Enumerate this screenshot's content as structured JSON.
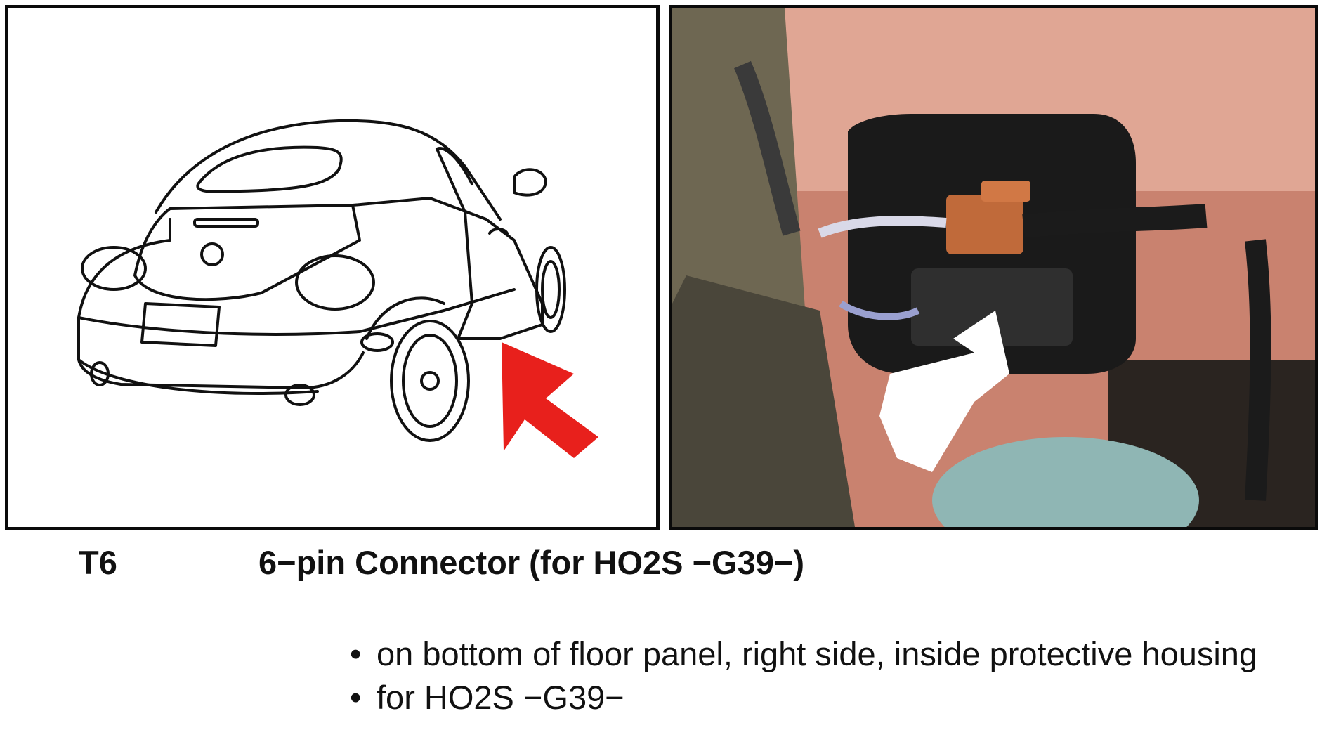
{
  "figure": {
    "left_image": "car rear three-quarter line drawing with red arrow",
    "right_image": "photo of connector inside protective housing with white arrow",
    "colors": {
      "arrow_red": "#e8201c",
      "arrow_white": "#ffffff",
      "border": "#0a0a0a"
    }
  },
  "component": {
    "code": "T6",
    "title": "6−pin Connector (for HO2S −G39−)"
  },
  "notes": [
    "on bottom of floor panel, right side, inside protective housing",
    "for HO2S −G39−"
  ]
}
